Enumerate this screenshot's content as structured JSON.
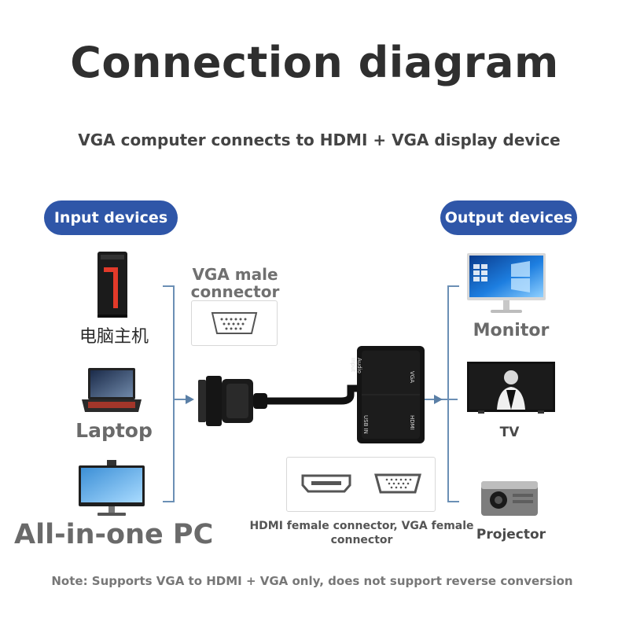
{
  "title": "Connection diagram",
  "subtitle": "VGA computer connects to HDMI + VGA display device",
  "input_devices": {
    "heading": "Input devices",
    "items": [
      {
        "label": "电脑主机",
        "icon": "desktop-tower-icon"
      },
      {
        "label": "Laptop",
        "icon": "laptop-icon"
      },
      {
        "label": "All-in-one PC",
        "icon": "all-in-one-pc-icon"
      }
    ]
  },
  "output_devices": {
    "heading": "Output devices",
    "items": [
      {
        "label": "Monitor",
        "icon": "monitor-icon"
      },
      {
        "label": "TV",
        "icon": "tv-icon"
      },
      {
        "label": "Projector",
        "icon": "projector-icon"
      }
    ]
  },
  "adapter": {
    "vga_male_label": "VGA male connector",
    "female_label": "HDMI female connector, VGA female connector",
    "ports": {
      "audio": "Audio Input",
      "vga": "VGA",
      "usb": "USB IN",
      "hdmi": "HDMI"
    }
  },
  "note": "Note: Supports VGA to HDMI + VGA only, does not support reverse conversion",
  "colors": {
    "pill": "#2f56a8",
    "bracket": "#6b8fb5",
    "arrow": "#5a7fa6"
  }
}
